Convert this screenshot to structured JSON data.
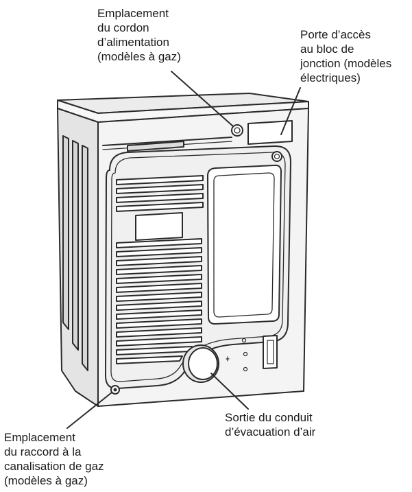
{
  "labels": {
    "power_cord": [
      "Emplacement",
      "du cordon",
      "d’alimentation",
      "(modèles à gaz)"
    ],
    "terminal_block": [
      "Porte d’accès",
      "au bloc de",
      "jonction (modèles",
      "électriques)"
    ],
    "exhaust": [
      "Sortie du conduit",
      "d’évacuation d’air"
    ],
    "gas_connection": [
      "Emplacement",
      "du raccord à la",
      "canalisation de gaz",
      "(modèles à gaz)"
    ]
  },
  "colors": {
    "line": "#2a2a2a",
    "panel_fill": "#f2f2f2",
    "shade": "#d9d9d9",
    "background": "#ffffff"
  }
}
